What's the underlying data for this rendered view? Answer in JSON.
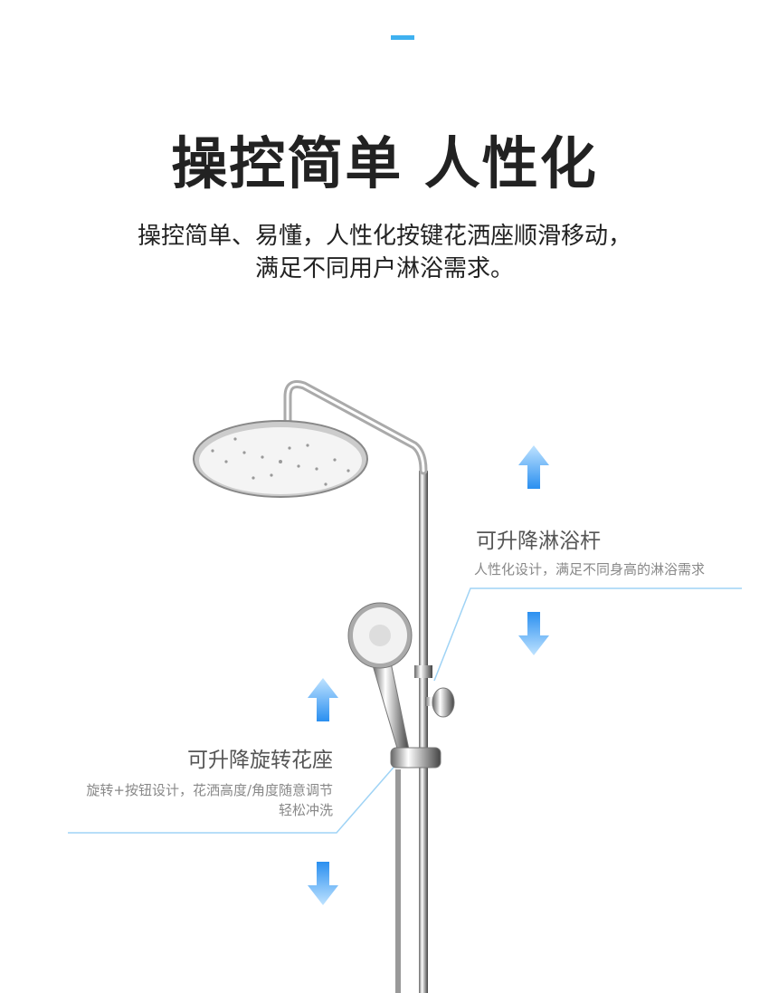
{
  "accent_color": "#3fb1f0",
  "title": "操控简单 人性化",
  "subtitle": [
    "操控简单、易懂，人性化按键花洒座顺滑移动，",
    "满足不同用户淋浴需求。"
  ],
  "callouts": {
    "rod": {
      "title": "可升降淋浴杆",
      "desc": "人性化设计，满足不同身高的淋浴需求"
    },
    "holder": {
      "title": "可升降旋转花座",
      "desc_lines": [
        "旋转+按钮设计，花洒高度/角度随意调节",
        "轻松冲洗"
      ]
    }
  }
}
